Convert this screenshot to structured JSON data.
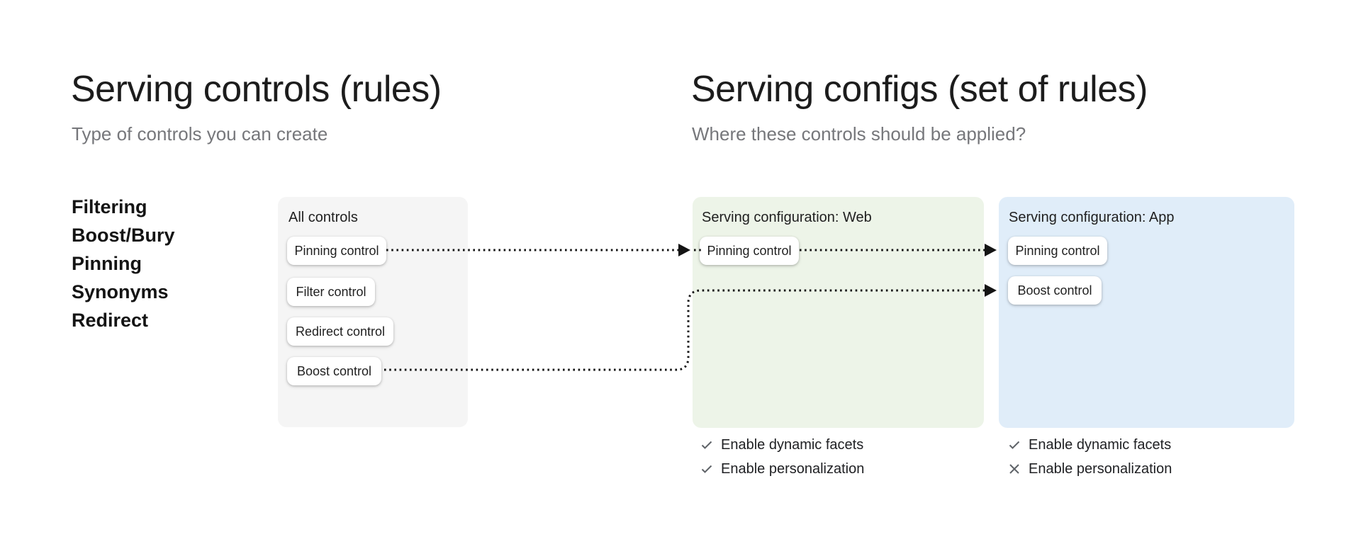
{
  "left_section": {
    "title": "Serving controls (rules)",
    "subtitle": "Type of controls you can create",
    "control_types": [
      "Filtering",
      "Boost/Bury",
      "Pinning",
      "Synonyms",
      "Redirect"
    ]
  },
  "right_section": {
    "title": "Serving configs (set of rules)",
    "subtitle": "Where these controls should be applied?"
  },
  "all_controls_card": {
    "label": "All controls",
    "controls": [
      "Pinning control",
      "Filter control",
      "Redirect control",
      "Boost control"
    ]
  },
  "web_card": {
    "label": "Serving configuration: Web",
    "controls": [
      "Pinning control"
    ],
    "features": [
      {
        "icon": "check-icon",
        "label": "Enable dynamic facets"
      },
      {
        "icon": "check-icon",
        "label": "Enable personalization"
      }
    ]
  },
  "app_card": {
    "label": "Serving configuration: App",
    "controls": [
      "Pinning control",
      "Boost control"
    ],
    "features": [
      {
        "icon": "check-icon",
        "label": "Enable dynamic facets"
      },
      {
        "icon": "x-icon",
        "label": "Enable personalization"
      }
    ]
  },
  "connections": [
    {
      "from": "all_controls_card.Pinning control",
      "to": "web_card.Pinning control",
      "style": "dotted-arrow"
    },
    {
      "from": "web_card.Pinning control",
      "to": "app_card.Pinning control",
      "style": "dotted-arrow"
    },
    {
      "from": "all_controls_card.Boost control",
      "to": "app_card.Boost control",
      "style": "dotted-arrow-curved"
    }
  ],
  "colors": {
    "page_background": "#ffffff",
    "all_controls_card_bg": "#f5f5f5",
    "web_card_bg": "#edf4e8",
    "app_card_bg": "#e0edf9",
    "chip_bg": "#ffffff",
    "heading_text": "#1c1c1c",
    "subtitle_text": "#76777b",
    "arrow": "#141414",
    "icon_stroke": "#5f6368"
  }
}
